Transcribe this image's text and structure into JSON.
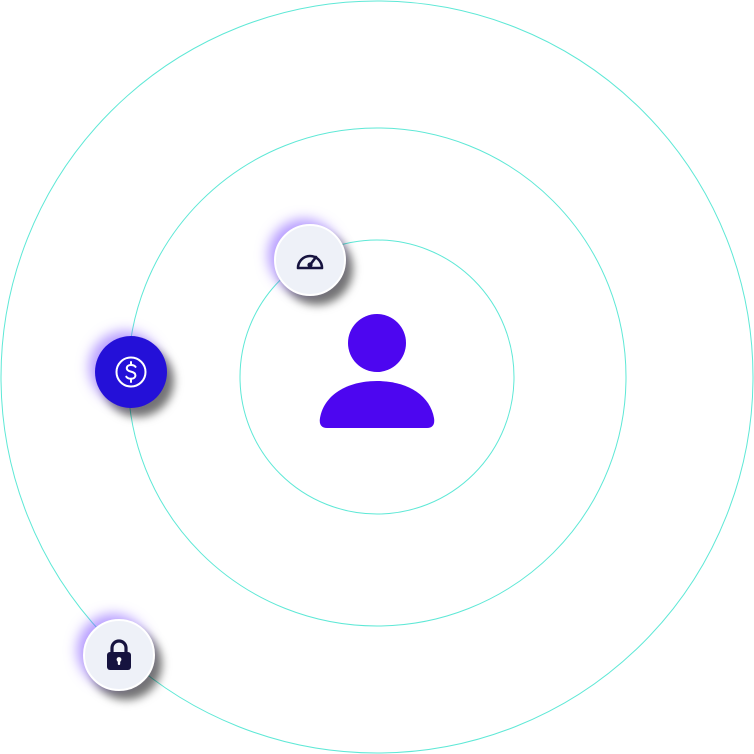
{
  "colors": {
    "ring": "#5ee8d6",
    "primary": "#4d06f0",
    "primary_dark": "#2410d8",
    "button_light": "#eef1f8",
    "icon_dark": "#16133f",
    "glow": "rgba(124, 76, 255, 0.55)",
    "shadow": "rgba(0, 0, 0, 0.55)"
  },
  "center": {
    "icon": "user-icon"
  },
  "orbit_buttons": [
    {
      "id": "gauge",
      "icon": "speedometer-icon",
      "style": "light"
    },
    {
      "id": "dollar",
      "icon": "dollar-circle-icon",
      "style": "dark"
    },
    {
      "id": "lock",
      "icon": "lock-icon",
      "style": "light"
    }
  ]
}
